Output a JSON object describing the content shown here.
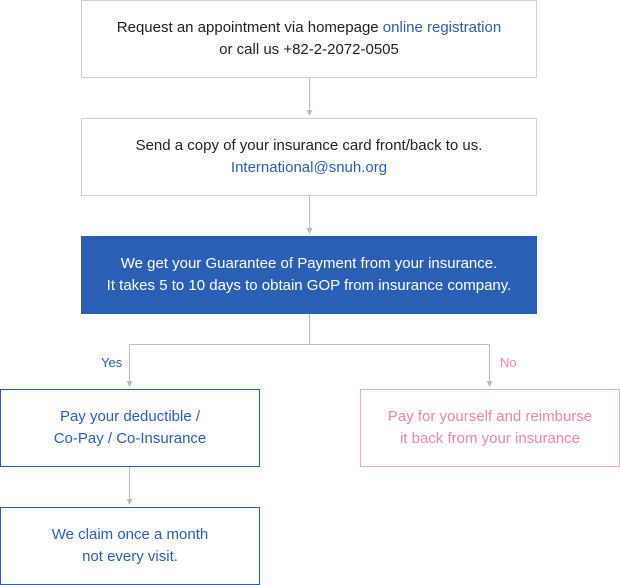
{
  "step1": {
    "text_before": "Request an appointment via homepage ",
    "link_label": "online registration",
    "line2": "or call us +82-2-2072-0505"
  },
  "step2": {
    "line1": "Send a copy of your insurance card front/back to us.",
    "email": "International@snuh.org"
  },
  "step3": {
    "line1": "We get your Guarantee of Payment from your insurance.",
    "line2": "It takes 5 to 10 days to obtain GOP from insurance company."
  },
  "branch_yes": {
    "label": "Yes",
    "line1": "Pay your deductible /",
    "line2": "Co-Pay / Co-Insurance"
  },
  "branch_no": {
    "label": "No",
    "line1": "Pay for yourself and reimburse",
    "line2": "it back from your insurance"
  },
  "final": {
    "line1": "We claim once a month",
    "line2": "not every visit."
  },
  "colors": {
    "accent_blue": "#2b5fb4",
    "pink": "#ee86ad",
    "grey_border": "#cfcfcf",
    "connector": "#bbbbbb"
  }
}
